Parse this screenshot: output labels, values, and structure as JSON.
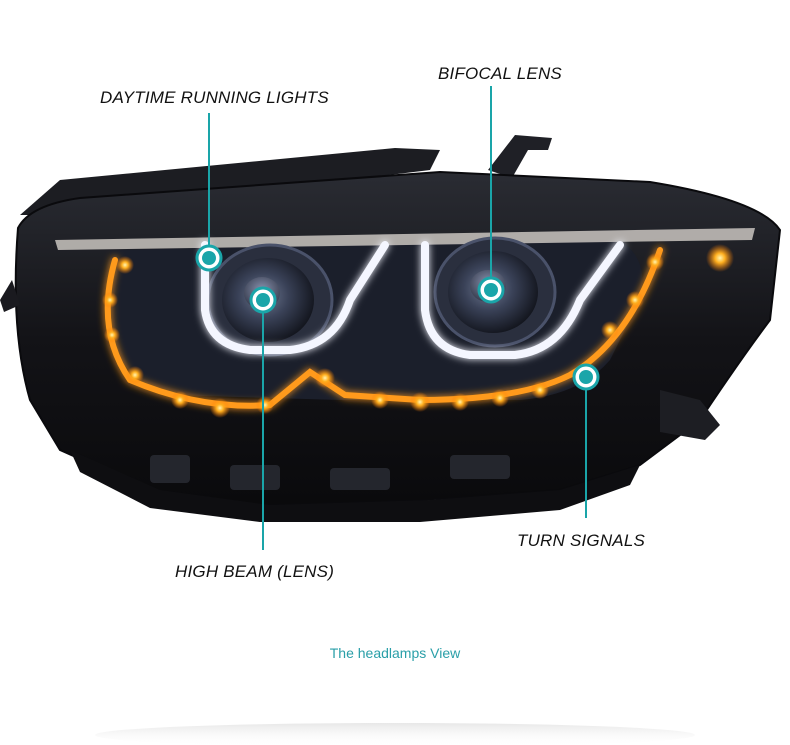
{
  "callouts": {
    "daytime_running_lights": "DAYTIME RUNNING LIGHTS",
    "bifocal_lens": "BIFOCAL LENS",
    "turn_signals": "TURN SIGNALS",
    "high_beam": "HIGH BEAM (LENS)"
  },
  "caption": "The headlamps View",
  "colors": {
    "accent": "#1aa5a9",
    "housing": "#15151a",
    "amber": "#ff9a1a",
    "drl_white": "#f4f6ff"
  }
}
